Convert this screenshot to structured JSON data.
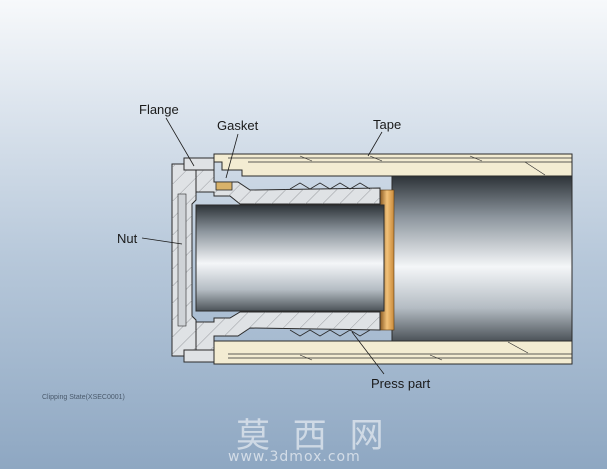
{
  "labels": {
    "flange": "Flange",
    "gasket": "Gasket",
    "tape": "Tape",
    "nut": "Nut",
    "press_part": "Press part"
  },
  "caption": "Clipping State(XSEC0001)",
  "watermark": {
    "chinese": "莫 西 网",
    "url": "www.3dmox.com"
  },
  "colors": {
    "jacket_fill": "#f3ecd2",
    "fitting_fill": "#dfe2e5",
    "outline": "#2b2b2b",
    "copper": "#c98a3a"
  }
}
